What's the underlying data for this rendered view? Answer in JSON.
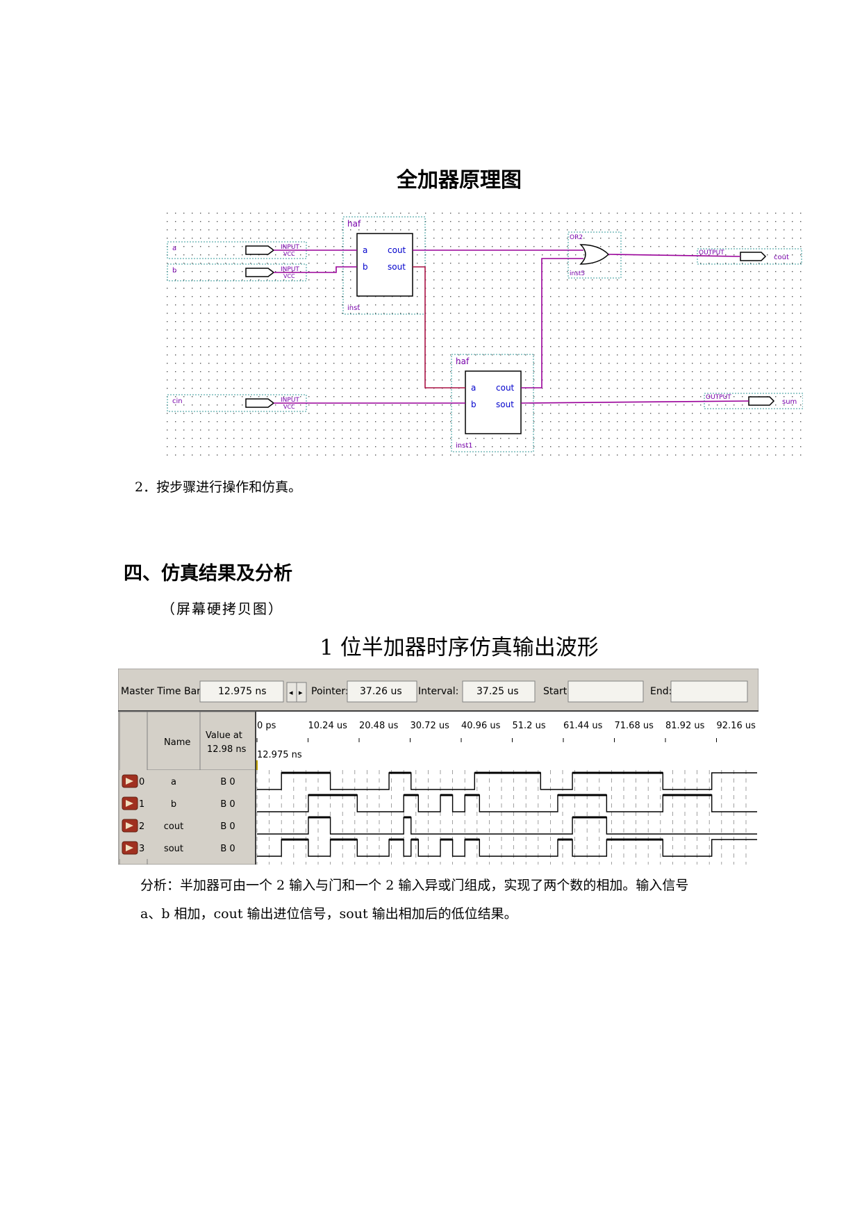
{
  "schematic": {
    "title": "全加器原理图",
    "block_name": "haf",
    "inst_names": [
      "inst",
      "inst1",
      "inst5"
    ],
    "gate_name": "OR2",
    "input_pins": [
      "a",
      "b",
      "cin"
    ],
    "output_pins": [
      "cout",
      "sum"
    ],
    "input_tag": "INPUT",
    "vcc_tag": "VCC",
    "output_tag": "OUTPUT",
    "port_a": "a",
    "port_b": "b",
    "port_cout": "cout",
    "port_sout": "sout",
    "colors": {
      "grid_dot": "#555555",
      "wire_purple": "#990099",
      "wire_teal": "#3399cc",
      "wire_red": "#aa1144",
      "frame": "#339999",
      "tag_purple": "#7700aa"
    }
  },
  "step_note": "2．按步骤进行操作和仿真。",
  "section_heading": "四、仿真结果及分析",
  "hardcopy_note": "（屏幕硬拷贝图）",
  "waveform_title": "1 位半加器时序仿真输出波形",
  "simulator": {
    "master_time_bar_label": "Master Time Bar:",
    "master_time_bar_value": "12.975 ns",
    "pointer_label": "Pointer:",
    "pointer_value": "37.26 us",
    "interval_label": "Interval:",
    "interval_value": "37.25 us",
    "start_label": "Start:",
    "end_label": "End:",
    "col_name": "Name",
    "col_value_line1": "Value at",
    "col_value_line2": "12.98 ns",
    "time_ticks": [
      "0 ps",
      "10.24 us",
      "20.48 us",
      "30.72 us",
      "40.96 us",
      "51.2 us",
      "61.44 us",
      "71.68 us",
      "81.92 us",
      "92.16 us"
    ],
    "cursor_label": "12.975 ns",
    "signals": [
      {
        "index": "0",
        "kind": "input",
        "name": "a",
        "value": "B 0",
        "transitions": [
          2.0,
          6.0,
          10.8,
          12.6,
          17.8,
          23.2,
          25.8,
          33.2,
          37.2
        ]
      },
      {
        "index": "1",
        "kind": "input",
        "name": "b",
        "value": "B 0",
        "transitions": [
          4.2,
          8.2,
          12.0,
          13.2,
          15.0,
          16.0,
          17.0,
          18.2,
          24.6,
          28.6,
          33.2,
          37.2
        ]
      },
      {
        "index": "2",
        "kind": "output",
        "name": "cout",
        "value": "B 0",
        "transitions": [
          4.2,
          6.0,
          12.0,
          12.6,
          25.8,
          28.6
        ]
      },
      {
        "index": "3",
        "kind": "output",
        "name": "sout",
        "value": "B 0",
        "transitions": [
          2.0,
          4.2,
          6.0,
          8.2,
          10.8,
          12.0,
          12.6,
          13.2,
          15.0,
          16.0,
          17.0,
          18.2,
          24.6,
          25.8,
          28.6,
          33.2,
          37.2
        ]
      }
    ],
    "colors": {
      "frame_bg": "#d4d0c8",
      "field_bg": "#f4f3ee",
      "wave": "#000000",
      "grid": "#888888"
    }
  },
  "analysis": {
    "line1": "分析：半加器可由一个 2 输入与门和一个 2 输入异或门组成，实现了两个数的相加。输入信号",
    "line2": "a、b 相加，cout 输出进位信号，sout 输出相加后的低位结果。"
  }
}
